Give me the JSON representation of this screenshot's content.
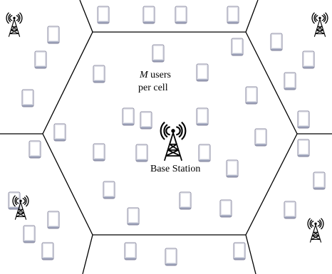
{
  "labels": {
    "users_var": "M",
    "users_suffix": " users",
    "users_line2": "per cell",
    "base_station": "Base Station"
  },
  "colors": {
    "line": "#000000",
    "device_stroke": "#8a8aa0",
    "device_fill": "#ffffff",
    "device_bottom": "#9aa0b8"
  },
  "icons": {
    "device": "phone-icon",
    "tower": "cell-tower-icon"
  }
}
